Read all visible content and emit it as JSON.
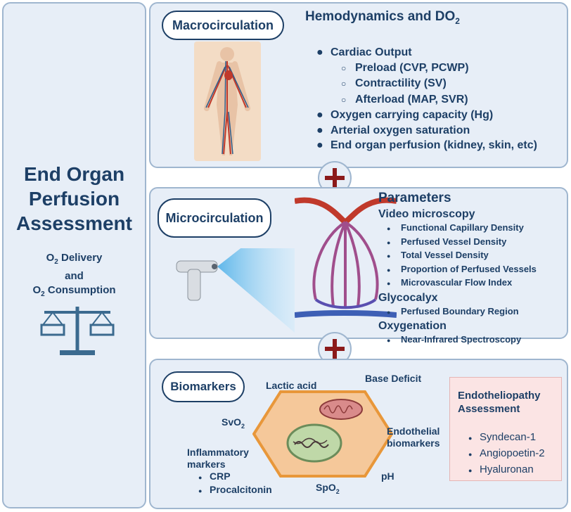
{
  "left": {
    "title_lines": [
      "End Organ",
      "Perfusion",
      "Assessment"
    ],
    "o2_delivery_parts": [
      "O",
      "2",
      " Delivery"
    ],
    "and_word": "and",
    "o2_consumption_parts": [
      "O",
      "2",
      " Consumption"
    ],
    "icon": "scale-icon"
  },
  "macro": {
    "label": "Macrocirculation",
    "heading_parts": [
      "Hemodynamics and DO",
      "2"
    ],
    "icon": "circulatory-system-body-icon",
    "bullets": [
      {
        "level": 1,
        "text": "Cardiac Output"
      },
      {
        "level": 2,
        "text": "Preload (CVP, PCWP)"
      },
      {
        "level": 2,
        "text": "Contractility (SV)"
      },
      {
        "level": 2,
        "text": "Afterload (MAP, SVR)"
      },
      {
        "level": 1,
        "text": "Oxygen carrying capacity (Hg)"
      },
      {
        "level": 1,
        "text": "Arterial oxygen saturation"
      },
      {
        "level": 1,
        "text": "End organ perfusion (kidney, skin, etc)"
      }
    ]
  },
  "micro": {
    "label": "Microcirculation",
    "icons": [
      "video-microscope-icon",
      "capillary-network-icon"
    ],
    "parameters_heading": "Parameters",
    "sections": [
      {
        "heading": "Video microscopy",
        "items": [
          "Functional Capillary Density",
          "Perfused Vessel Density",
          "Total Vessel Density",
          "Proportion of Perfused Vessels",
          "Microvascular Flow Index"
        ]
      },
      {
        "heading": "Glycocalyx",
        "items": [
          "Perfused Boundary Region"
        ]
      },
      {
        "heading": "Oxygenation",
        "items": [
          "Near-Infrared Spectroscopy"
        ]
      }
    ]
  },
  "bio": {
    "label": "Biomarkers",
    "icon": "endothelial-cell-icon",
    "lactic": "Lactic acid",
    "base_deficit": "Base Deficit",
    "svo2_parts": [
      "SvO",
      "2"
    ],
    "endothelial_lines": [
      "Endothelial",
      "biomarkers"
    ],
    "inflammatory_lines": [
      "Inflammatory",
      "markers"
    ],
    "inflammatory_items": [
      "CRP",
      "Procalcitonin"
    ],
    "spo2_parts": [
      "SpO",
      "2"
    ],
    "ph": "pH",
    "endo_box": {
      "title_lines": [
        "Endotheliopathy",
        "Assessment"
      ],
      "items": [
        "Syndecan-1",
        "Angiopoetin-2",
        "Hyaluronan"
      ]
    }
  },
  "plus_icon": "plus-icon",
  "colors": {
    "navy": "#1d3f66",
    "panel_bg": "#e7eef7",
    "border": "#9fb6cf",
    "plus": "#8b1a1a",
    "endo_bg": "#fbe4e4",
    "cell": "#f5c89a"
  }
}
